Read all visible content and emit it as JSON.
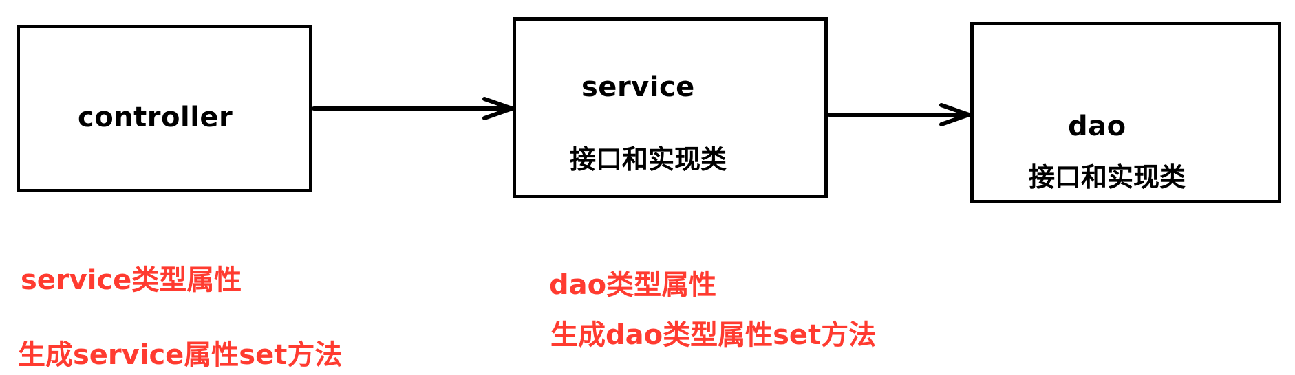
{
  "diagram": {
    "nodes": [
      {
        "id": "controller",
        "title": "controller",
        "subtitle": ""
      },
      {
        "id": "service",
        "title": "service",
        "subtitle": "接口和实现类"
      },
      {
        "id": "dao",
        "title": "dao",
        "subtitle": "接口和实现类"
      }
    ],
    "edges": [
      {
        "from": "controller",
        "to": "service"
      },
      {
        "from": "service",
        "to": "dao"
      }
    ],
    "notes": [
      "service类型属性",
      "生成service属性set方法",
      "dao类型属性",
      "生成dao类型属性set方法"
    ],
    "colors": {
      "box_border": "#000000",
      "note_text": "#ff3b30"
    }
  }
}
